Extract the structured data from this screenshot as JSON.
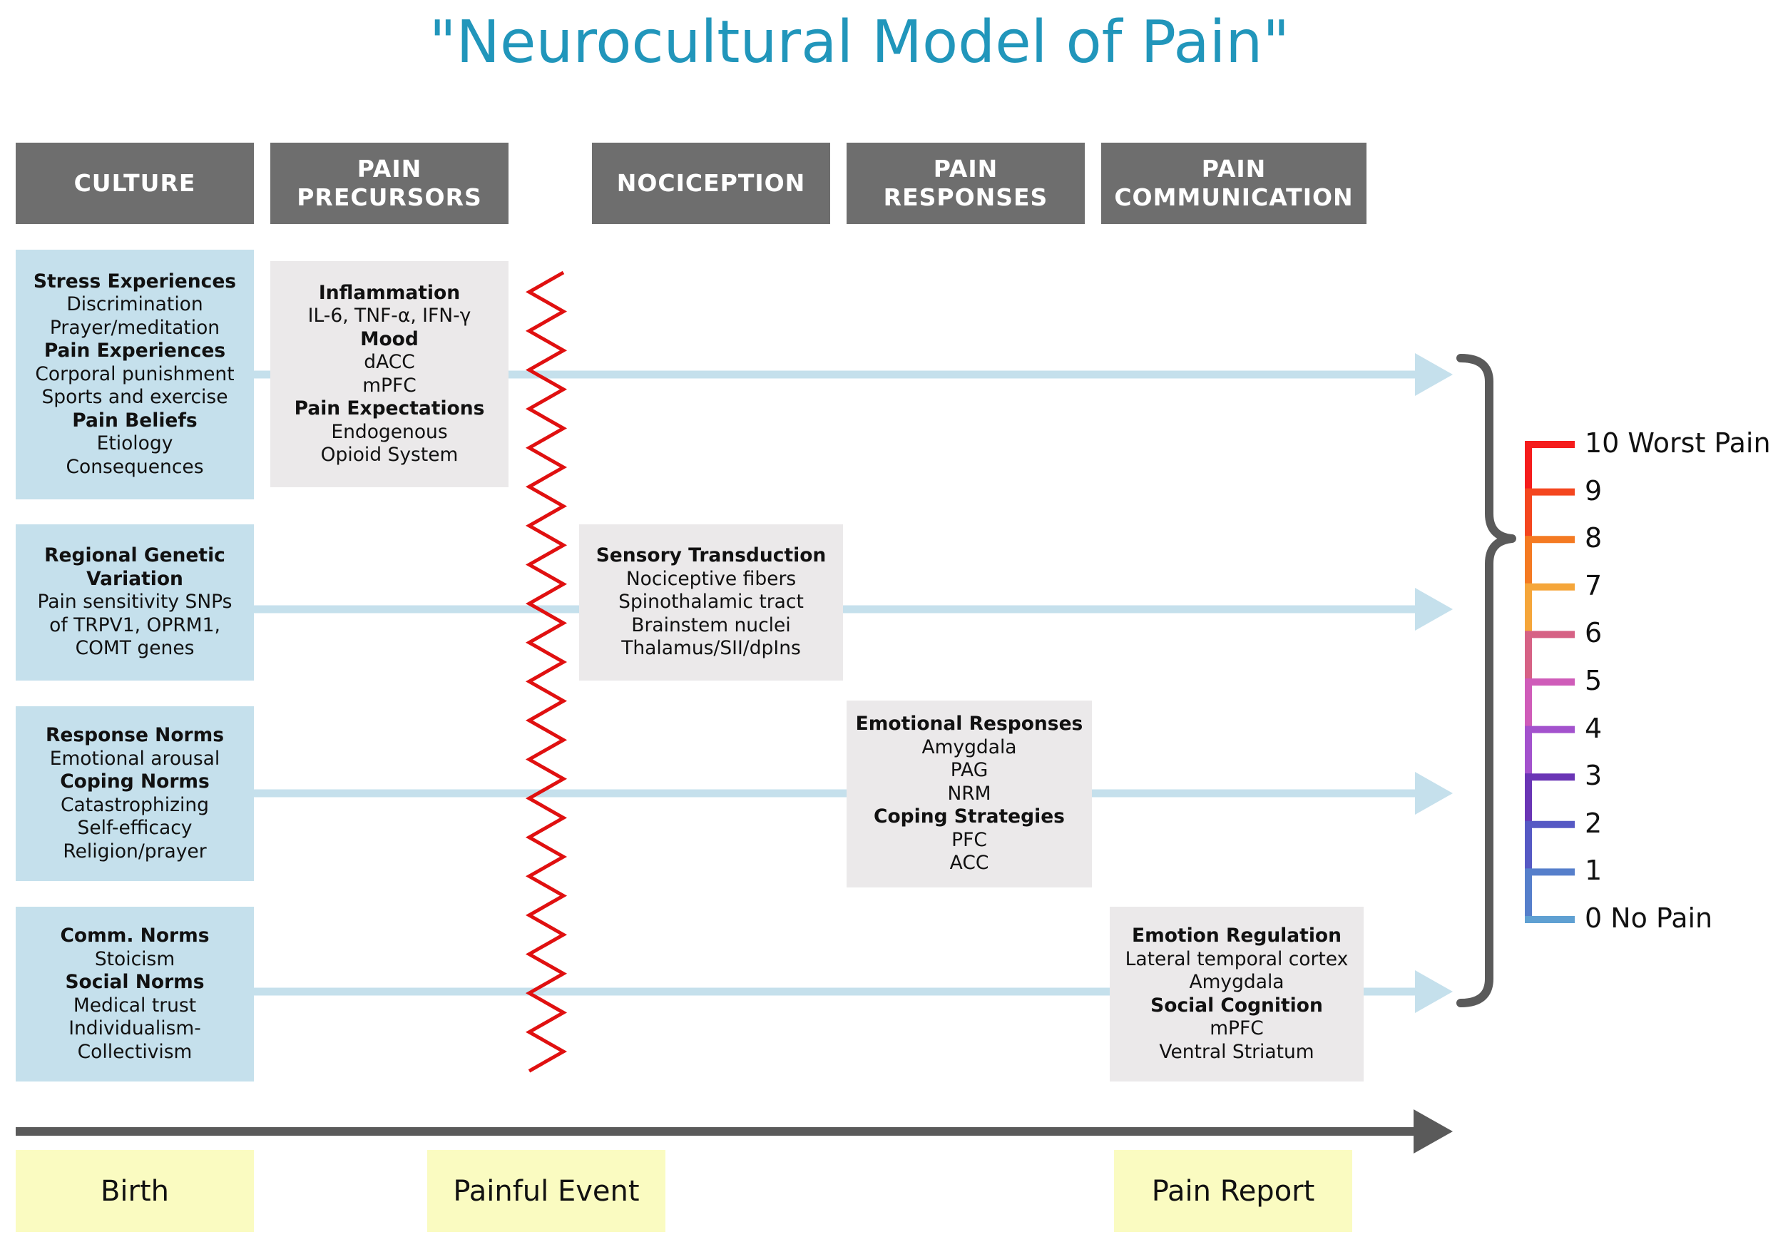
{
  "title": "\"Neurocultural Model of Pain\"",
  "headers": {
    "culture": "CULTURE",
    "precursors_1": "PAIN",
    "precursors_2": "PRECURSORS",
    "nociception": "NOCICEPTION",
    "responses_1": "PAIN",
    "responses_2": "RESPONSES",
    "communication_1": "PAIN",
    "communication_2": "COMMUNICATION"
  },
  "culture": {
    "box1": [
      "Stress Experiences",
      "Discrimination",
      "Prayer/meditation",
      "Pain Experiences",
      "Corporal punishment",
      "Sports and exercise",
      "Pain Beliefs",
      "Etiology",
      "Consequences"
    ],
    "box2": [
      "Regional Genetic",
      "Variation",
      "Pain sensitivity SNPs",
      "of TRPV1, OPRM1,",
      "COMT genes"
    ],
    "box3": [
      "Response Norms",
      "Emotional arousal",
      "Coping Norms",
      "Catastrophizing",
      "Self-efficacy",
      "Religion/prayer"
    ],
    "box4": [
      "Comm. Norms",
      "Stoicism",
      "Social Norms",
      "Medical trust",
      "Individualism-",
      "Collectivism"
    ]
  },
  "precursors": [
    "Inflammation",
    "IL-6, TNF-α, IFN-γ",
    "Mood",
    "dACC",
    "mPFC",
    "Pain Expectations",
    "Endogenous",
    "Opioid System"
  ],
  "nociception": [
    "Sensory Transduction",
    "Nociceptive fibers",
    "Spinothalamic tract",
    "Brainstem nuclei",
    "Thalamus/SII/dpIns"
  ],
  "responses": [
    "Emotional Responses",
    "Amygdala",
    "PAG",
    "NRM",
    "Coping Strategies",
    "PFC",
    "ACC"
  ],
  "communication": [
    "Emotion Regulation",
    "Lateral temporal cortex",
    "Amygdala",
    "Social Cognition",
    "mPFC",
    "Ventral Striatum"
  ],
  "timeline": {
    "birth": "Birth",
    "painful_event": "Painful Event",
    "pain_report": "Pain Report"
  },
  "pain_scale": {
    "levels": [
      "10 Worst Pain",
      "9",
      "8",
      "7",
      "6",
      "5",
      "4",
      "3",
      "2",
      "1",
      "0 No Pain"
    ],
    "colors": [
      "#f51c1c",
      "#f4461f",
      "#f47a22",
      "#f5a63a",
      "#d66285",
      "#cf5cb9",
      "#a352cd",
      "#6a35b5",
      "#5659c4",
      "#567fcb",
      "#5fa0d2"
    ]
  },
  "colors": {
    "header_bg": "#6e6e6e",
    "culture_bg": "#c5e0ec",
    "module_bg": "#ebe9ea",
    "arrow": "#c5e0ec",
    "zigzag": "#e01010",
    "timeline": "#5a5a5a",
    "brace": "#5a5a5a",
    "timeline_pill": "#fafbc1",
    "title": "#2196bb"
  }
}
